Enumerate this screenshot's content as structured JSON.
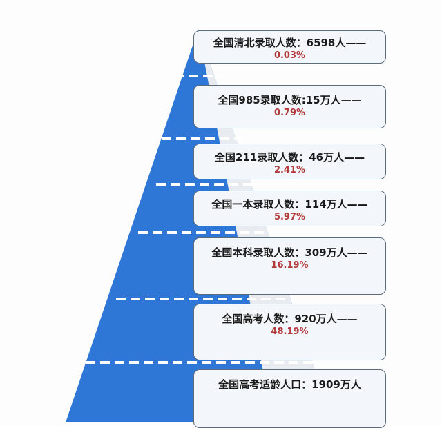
{
  "colors": {
    "pyramid_fill": "#2f77d6",
    "pyramid_shade": "#e8ecf1",
    "dash": "#ffffff",
    "box_bg": "#f3f6fa",
    "box_border": "#5a6b7c",
    "text": "#1a1a1a",
    "percent": "#b23a3a"
  },
  "tiers": [
    {
      "label": "全国清北录取人数：6598人——",
      "percent": "0.03%"
    },
    {
      "label": "全国985录取人数:15万人——",
      "percent": "0.79%"
    },
    {
      "label": "全国211录取人数：46万人——",
      "percent": "2.41%"
    },
    {
      "label": "全国一本录取人数：114万人——",
      "percent": "5.97%"
    },
    {
      "label": "全国本科录取人数：309万人——",
      "percent": "16.19%"
    },
    {
      "label": "全国高考人数：920万人——",
      "percent": "48.19%"
    },
    {
      "label": "全国高考适龄人口：1909万人",
      "percent": ""
    }
  ],
  "chart_data": {
    "type": "pyramid",
    "title": "",
    "categories": [
      "全国清北录取人数",
      "全国985录取人数",
      "全国211录取人数",
      "全国一本录取人数",
      "全国本科录取人数",
      "全国高考人数",
      "全国高考适龄人口"
    ],
    "values_text": [
      "6598人",
      "15万人",
      "46万人",
      "114万人",
      "309万人",
      "920万人",
      "1909万人"
    ],
    "values_wan": [
      0.6598,
      15,
      46,
      114,
      309,
      920,
      1909
    ],
    "percent_of_age_population": [
      0.03,
      0.79,
      2.41,
      5.97,
      16.19,
      48.19,
      null
    ],
    "unit": "万人"
  }
}
